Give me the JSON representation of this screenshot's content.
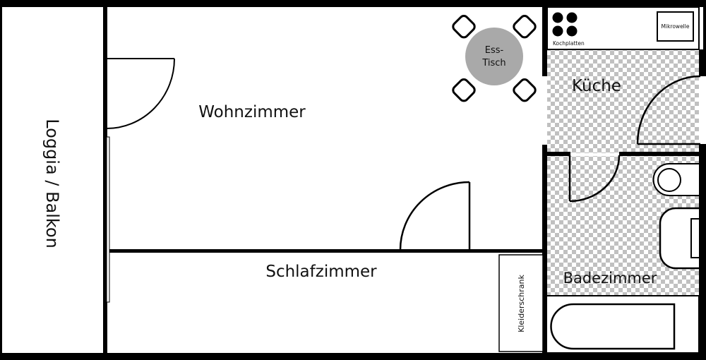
{
  "rooms": {
    "loggia": "Loggia / Balkon",
    "living": "Wohnzimmer",
    "bedroom": "Schlafzimmer",
    "kitchen": "Küche",
    "bathroom": "Badezimmer"
  },
  "furniture": {
    "table_line1": "Ess-",
    "table_line2": "Tisch",
    "wardrobe": "Kleiderschrank",
    "cooktop": "Kochplatten",
    "microwave": "Mikrowelle"
  },
  "colors": {
    "wall": "#000000",
    "table": "#a9a9a9",
    "tile": "#c0c0c0"
  }
}
